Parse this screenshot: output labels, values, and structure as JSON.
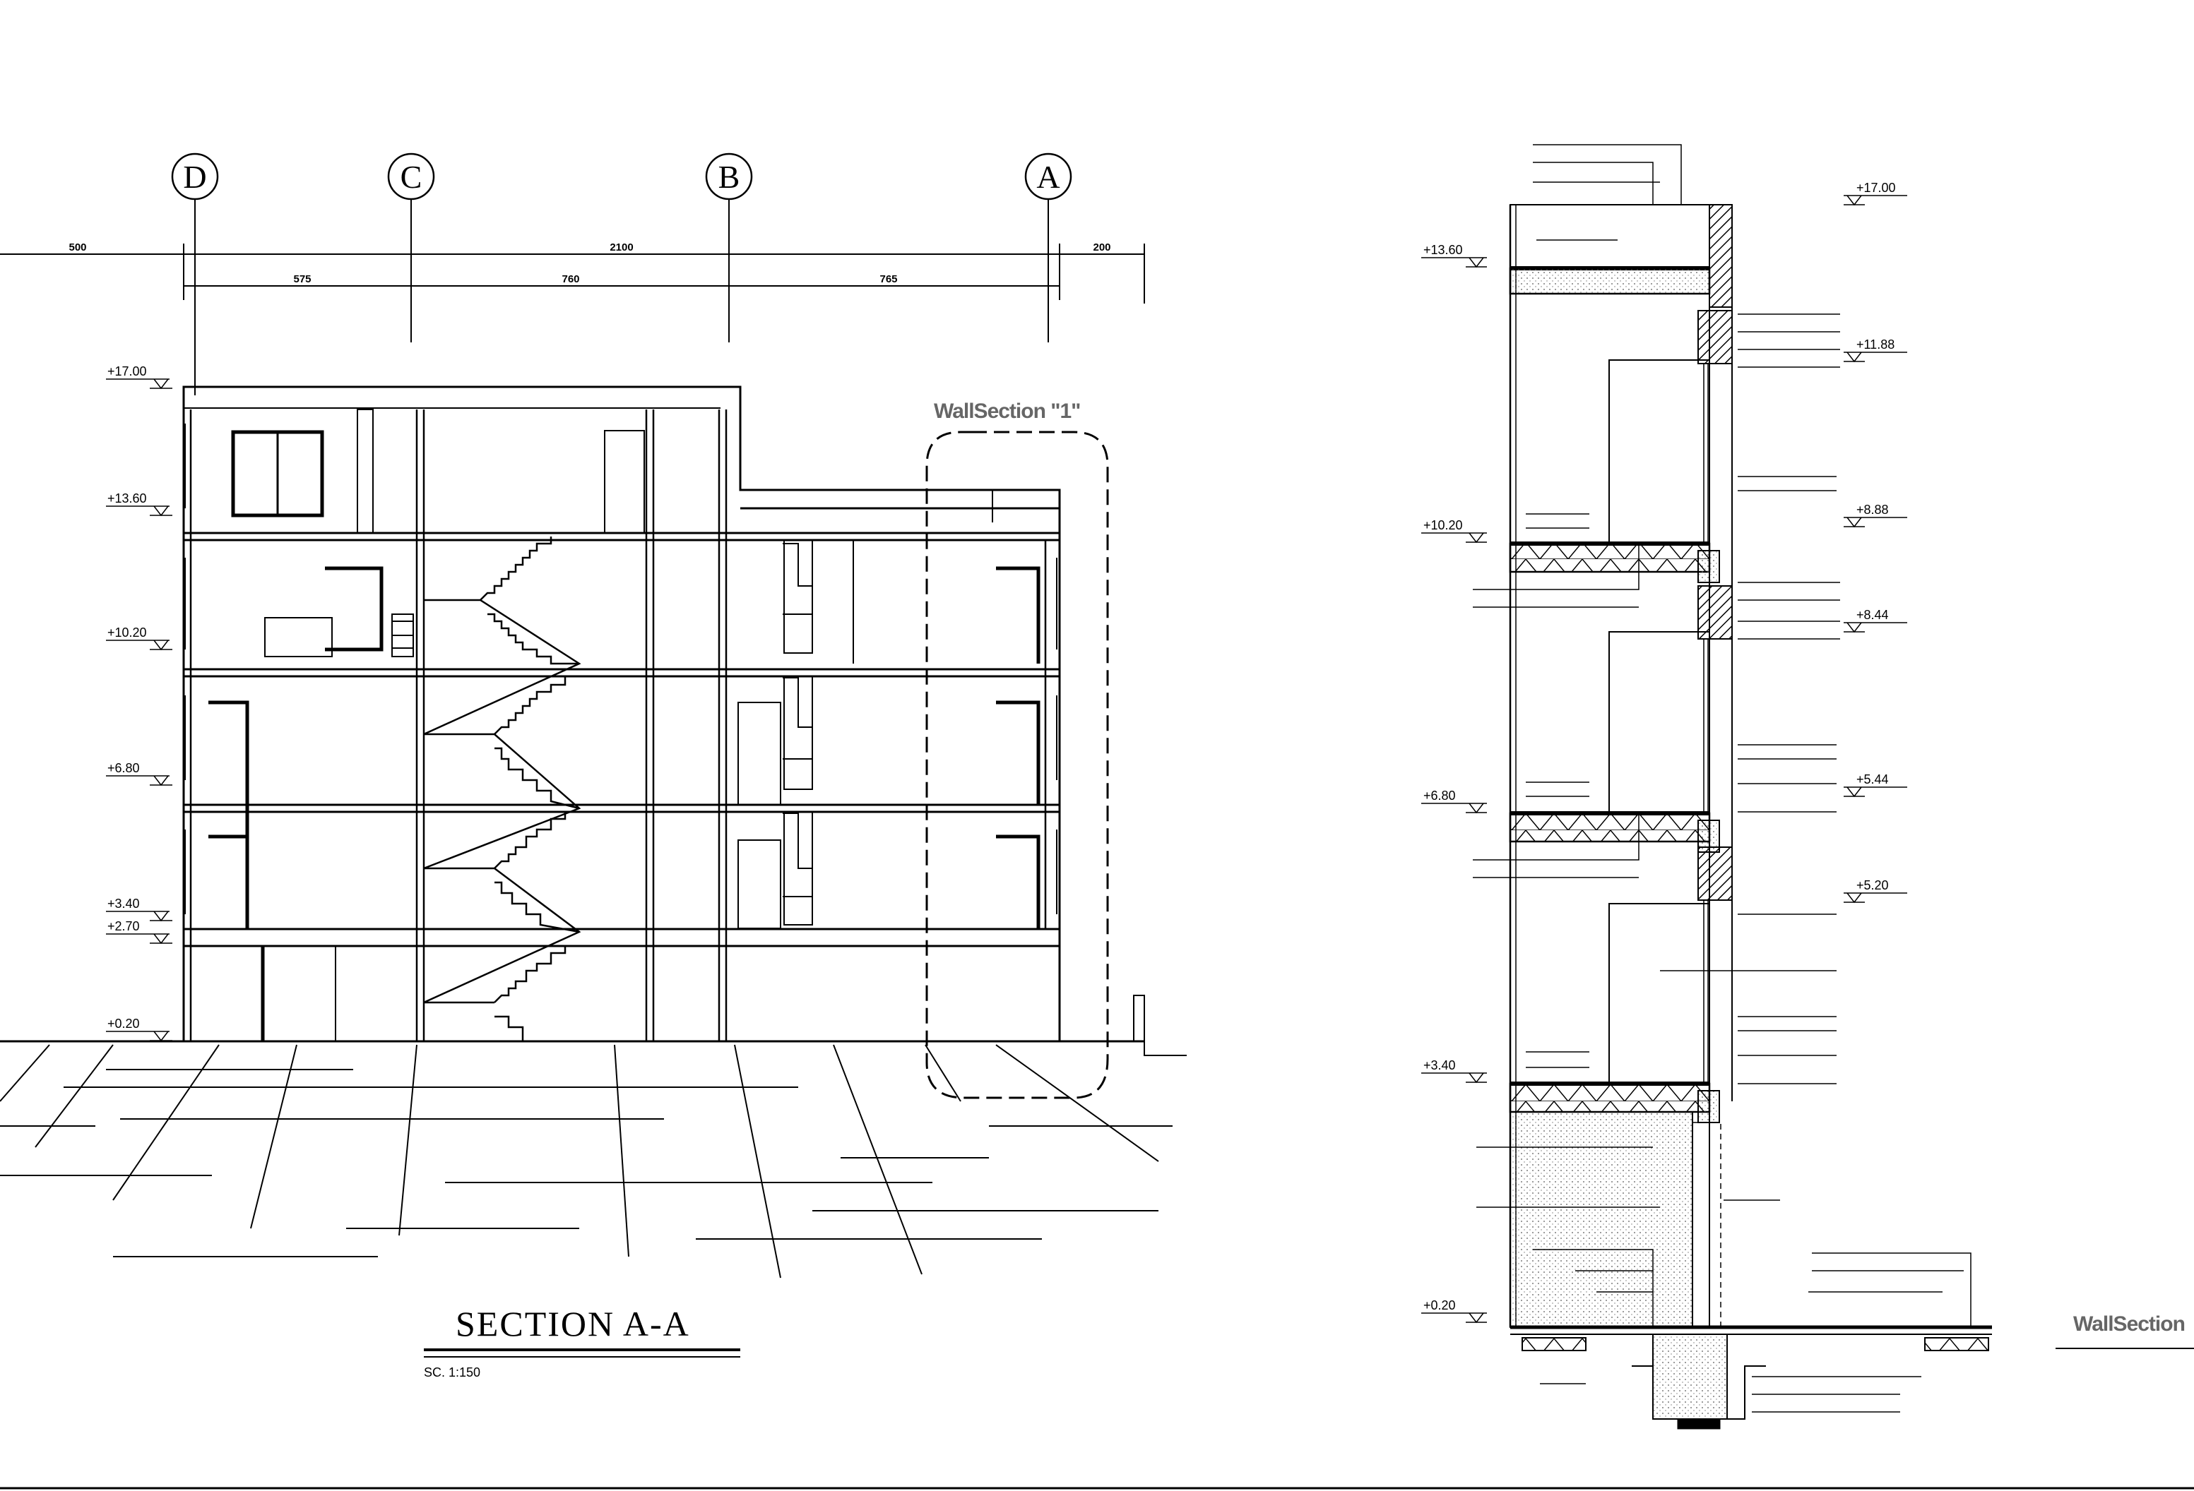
{
  "section_drawing": {
    "grid_labels": [
      "D",
      "C",
      "B",
      "A"
    ],
    "dimensions": {
      "overall_left": "500",
      "overall_middle": "2100",
      "overall_right": "200",
      "bay_dc": "575",
      "bay_cb": "760",
      "bay_ba": "765"
    },
    "levels": [
      "+17.00",
      "+13.60",
      "+10.20",
      "+6.80",
      "+3.40",
      "+2.70",
      "+0.20"
    ],
    "wall_section_callout": "WallSection  \"1\"",
    "title": "SECTION  A-A",
    "scale": "SC. 1:150"
  },
  "wall_section_detail": {
    "levels_left": [
      "+13.60",
      "+10.20",
      "+6.80",
      "+3.40",
      "+0.20"
    ],
    "levels_right": [
      "+17.00",
      "+11.88",
      "+8.88",
      "+8.44",
      "+5.44",
      "+5.20"
    ],
    "side_label": "WallSection"
  }
}
